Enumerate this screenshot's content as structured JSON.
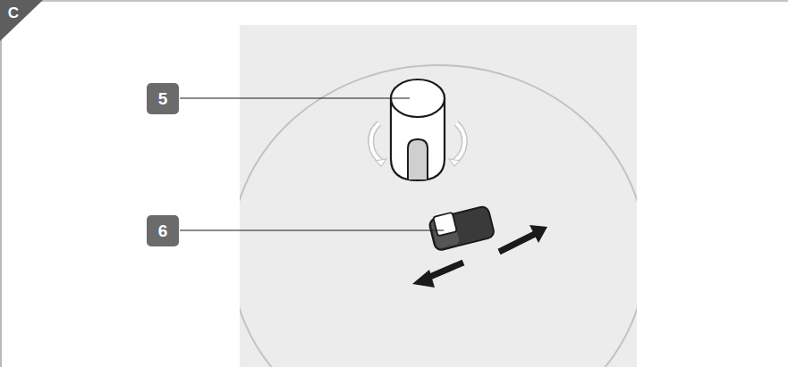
{
  "diagram": {
    "labels": [
      "C",
      "5",
      "6"
    ]
  }
}
